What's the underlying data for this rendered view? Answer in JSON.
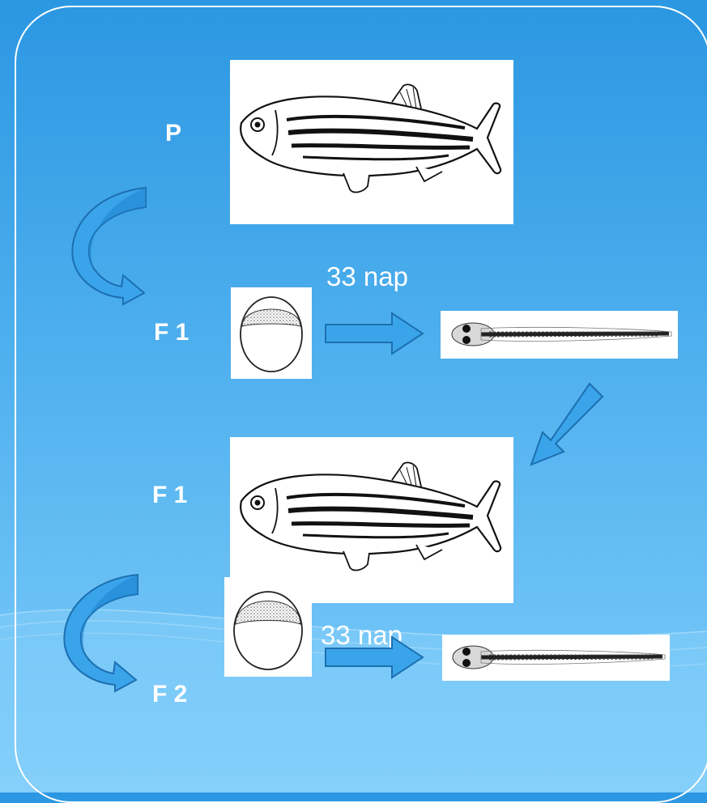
{
  "generations": {
    "p": "P",
    "f1_egg": "F 1",
    "f1_adult": "F 1",
    "f2_egg": "F 2"
  },
  "captions": {
    "row1": "33 nap",
    "row2": "33 nap"
  },
  "colors": {
    "background_top": "#2b97e2",
    "background_bottom": "#7fcdfa",
    "arrow_fill": "#3aa4ea",
    "arrow_stroke": "#1d6fb0"
  },
  "icons": [
    "zebrafish-adult",
    "zebrafish-egg",
    "zebrafish-larva",
    "right-arrow",
    "curved-arrow",
    "diagonal-arrow"
  ]
}
